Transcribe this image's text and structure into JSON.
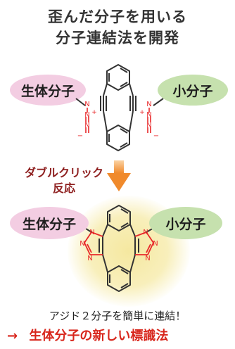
{
  "title": {
    "line1": "歪んだ分子を用いる",
    "line2": "分子連結法を開発"
  },
  "labels": {
    "biomolecule": "生体分子",
    "small_molecule": "小分子"
  },
  "azide": {
    "n": "N",
    "plus": "+",
    "minus": "−"
  },
  "reaction": {
    "line1": "ダブルクリック",
    "line2": "反応"
  },
  "caption": "アジド２分子を簡単に連結！",
  "result": {
    "arrow": "→",
    "text": "生体分子の新しい標識法"
  },
  "colors": {
    "title": "#333333",
    "bio_pill": "#f3cde2",
    "small_pill": "#c6e1ae",
    "azide_n": "#e8282a",
    "triazole_n": "#e8282a",
    "reaction_text": "#8e1f1f",
    "arrow": "#f08a2c",
    "result_text": "#d8261c",
    "glow": "#f5e8a0"
  }
}
